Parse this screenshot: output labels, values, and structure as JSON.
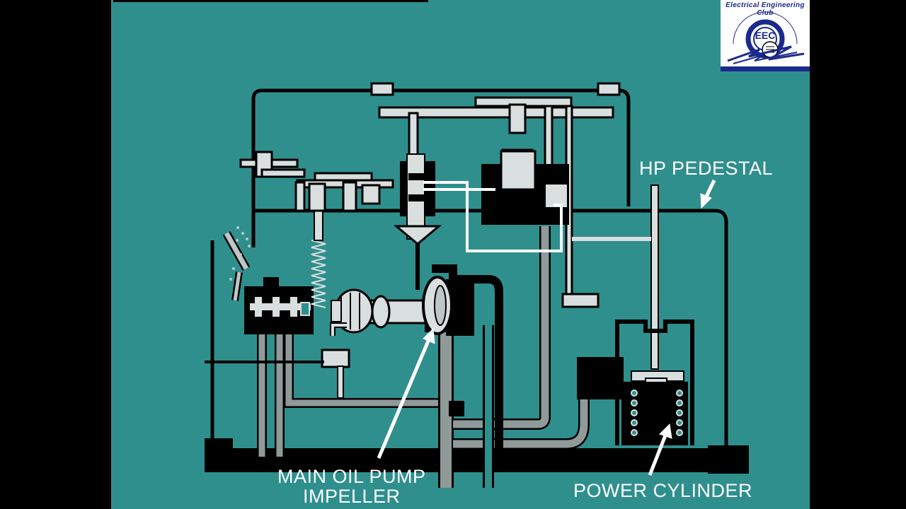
{
  "diagram": {
    "labels": {
      "hp_pedestal": "HP PEDESTAL",
      "main_oil_pump_line1": "MAIN OIL PUMP",
      "main_oil_pump_line2": "IMPELLER",
      "power_cylinder": "POWER CYLINDER"
    },
    "colors": {
      "background": "#2f8f8d",
      "frame": "#000000",
      "pipe": "#8f9a99",
      "label": "#ffffff",
      "oil_line": "#ffffff"
    }
  },
  "logo": {
    "text": "Electrical Engineering Club",
    "monogram": "EEC",
    "colors": {
      "primary": "#1a2a8c",
      "accent": "#d42020"
    }
  }
}
